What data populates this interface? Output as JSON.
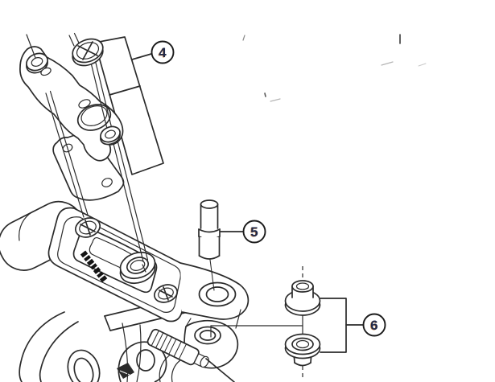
{
  "figure": {
    "callouts": [
      {
        "number": "4"
      },
      {
        "number": "5"
      },
      {
        "number": "6"
      }
    ]
  },
  "colors": {
    "line": "#2b2b2b",
    "callout_number": "#20294a",
    "callout_number_fringe": "#b87333",
    "callout_circle": "#1a1a1a",
    "background": "#ffffff",
    "logo_marks": "#141414"
  }
}
